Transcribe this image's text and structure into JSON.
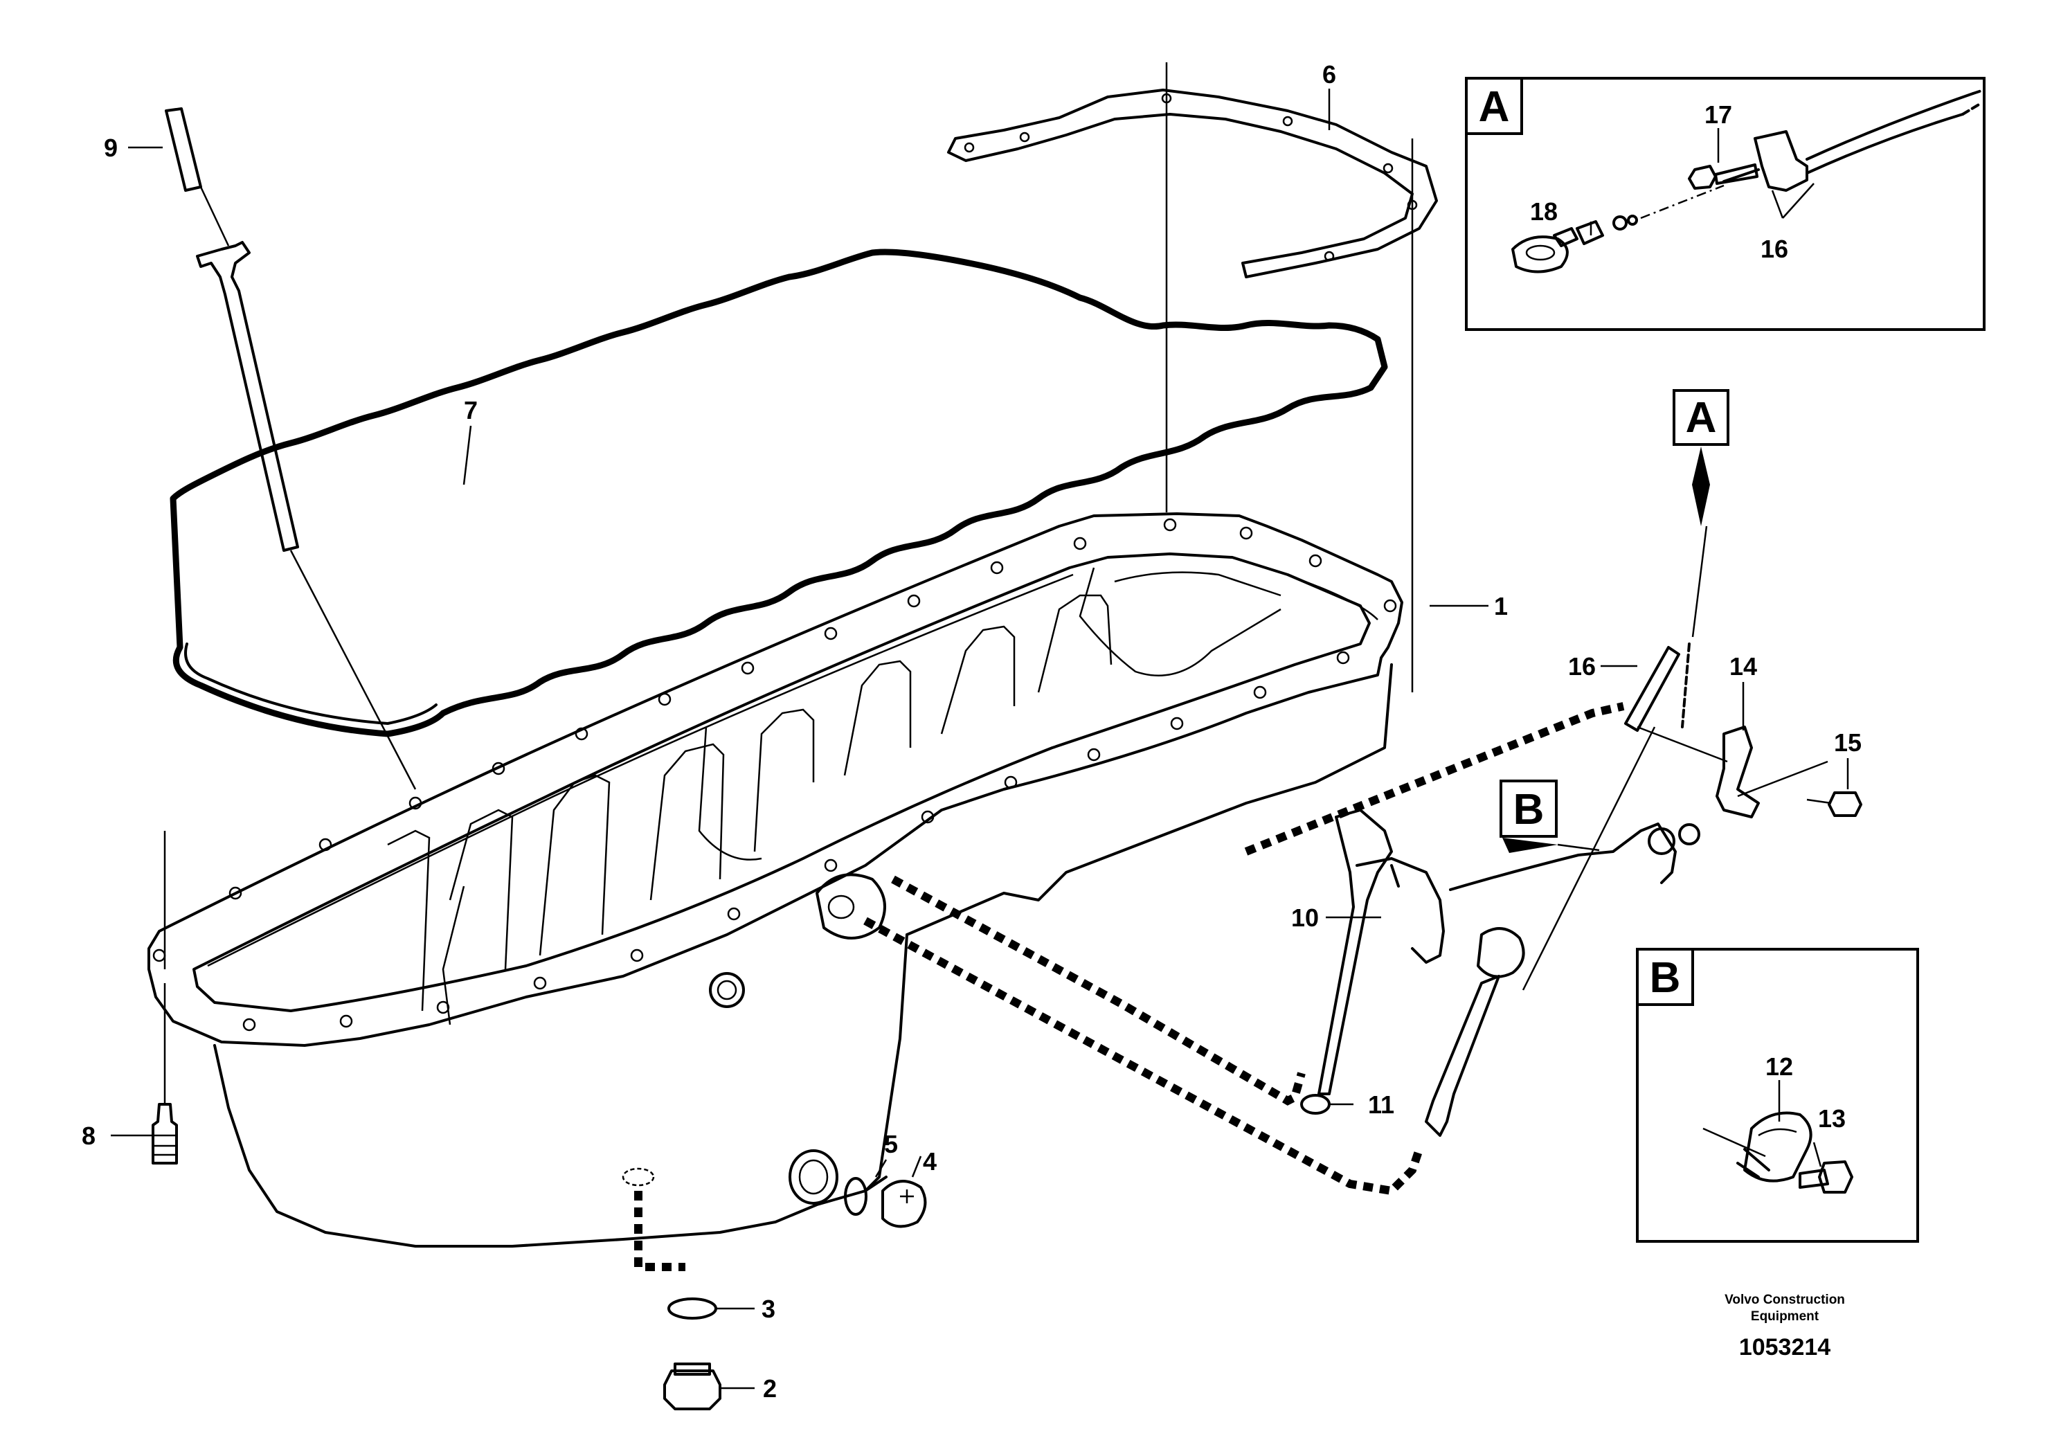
{
  "diagram": {
    "callouts": {
      "c1": "1",
      "c2": "2",
      "c3": "3",
      "c4": "4",
      "c5": "5",
      "c6": "6",
      "c7": "7",
      "c8": "8",
      "c9": "9",
      "c10": "10",
      "c11": "11",
      "c12": "12",
      "c13": "13",
      "c14": "14",
      "c15": "15",
      "c16_main": "16",
      "c16_detail": "16",
      "c17": "17",
      "c18": "18"
    },
    "detail_a": {
      "letter": "A",
      "ref_letter": "A"
    },
    "detail_b": {
      "letter": "B",
      "ref_letter": "B"
    },
    "footer": {
      "line1": "Volvo Construction",
      "line2": "Equipment",
      "number": "1053214"
    }
  }
}
